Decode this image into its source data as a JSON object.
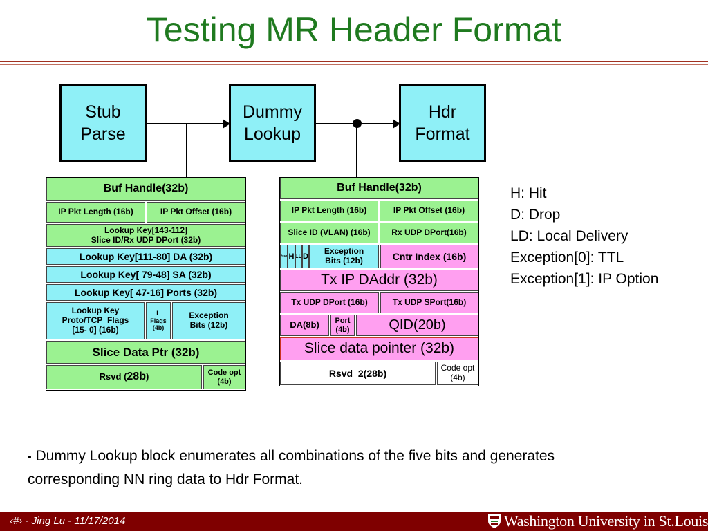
{
  "title": "Testing MR Header Format",
  "blocks": {
    "stub": "Stub\nParse",
    "dummy": "Dummy\nLookup",
    "hdr": "Hdr\nFormat"
  },
  "left_table": {
    "buf_handle": "Buf Handle(32b)",
    "ip_pkt_length": "IP Pkt Length (16b)",
    "ip_pkt_offset": "IP Pkt Offset (16b)",
    "lookup_key_143": "Lookup Key[143-112]\nSlice ID/Rx UDP DPort (32b)",
    "lookup_key_111": "Lookup Key[111-80] DA (32b)",
    "lookup_key_79": "Lookup Key[ 79-48] SA (32b)",
    "lookup_key_47": "Lookup Key[ 47-16] Ports (32b)",
    "lookup_key_proto": "Lookup Key\nProto/TCP_Flags\n[15- 0] (16b)",
    "l_flags": "L\nFlags\n(4b)",
    "exception_bits": "Exception\nBits (12b)",
    "slice_data_ptr": "Slice Data Ptr (32b)",
    "rsvd_prefix": "Rsvd (",
    "rsvd_bits": "28b",
    "rsvd_suffix": ")",
    "code_opt": "Code opt\n(4b)"
  },
  "right_table": {
    "buf_handle": "Buf Handle(32b)",
    "ip_pkt_length": "IP Pkt Length (16b)",
    "ip_pkt_offset": "IP Pkt Offset (16b)",
    "slice_id": "Slice ID (VLAN) (16b)",
    "rx_udp_dport": "Rx UDP DPort(16b)",
    "rsvd_tiny": "Rsvd",
    "h_bit": "H",
    "ld_bit": "LD",
    "d_bit": "D",
    "exception_bits": "Exception\nBits (12b)",
    "cntr_index": "Cntr Index (16b)",
    "tx_ip_daddr": "Tx IP DAddr (32b)",
    "tx_udp_dport": "Tx UDP DPort (16b)",
    "tx_udp_sport": "Tx UDP SPort(16b)",
    "da": "DA(8b)",
    "port": "Port\n(4b)",
    "qid": "QID(20b)",
    "slice_data_pointer": "Slice data pointer (32b)",
    "rsvd_2": "Rsvd_2(28b)",
    "code_opt": "Code opt\n(4b)"
  },
  "legend": [
    "H: Hit",
    "D: Drop",
    "LD: Local Delivery",
    "Exception[0]: TTL",
    "Exception[1]: IP Option"
  ],
  "bullet_mark": "▪",
  "bullet_text": "Dummy Lookup block enumerates all combinations of the five bits and generates corresponding NN ring data to Hdr Format.",
  "footer": "‹#› - Jing Lu - 11/17/2014",
  "logo_text": "Washington University in St.Louis",
  "colors": {
    "title": "#1f7a1f",
    "block_fill": "#8ff0f7",
    "green_cell": "#9bf291",
    "pink_cell": "#ff9ff0",
    "footer_bar": "#7f0000"
  }
}
